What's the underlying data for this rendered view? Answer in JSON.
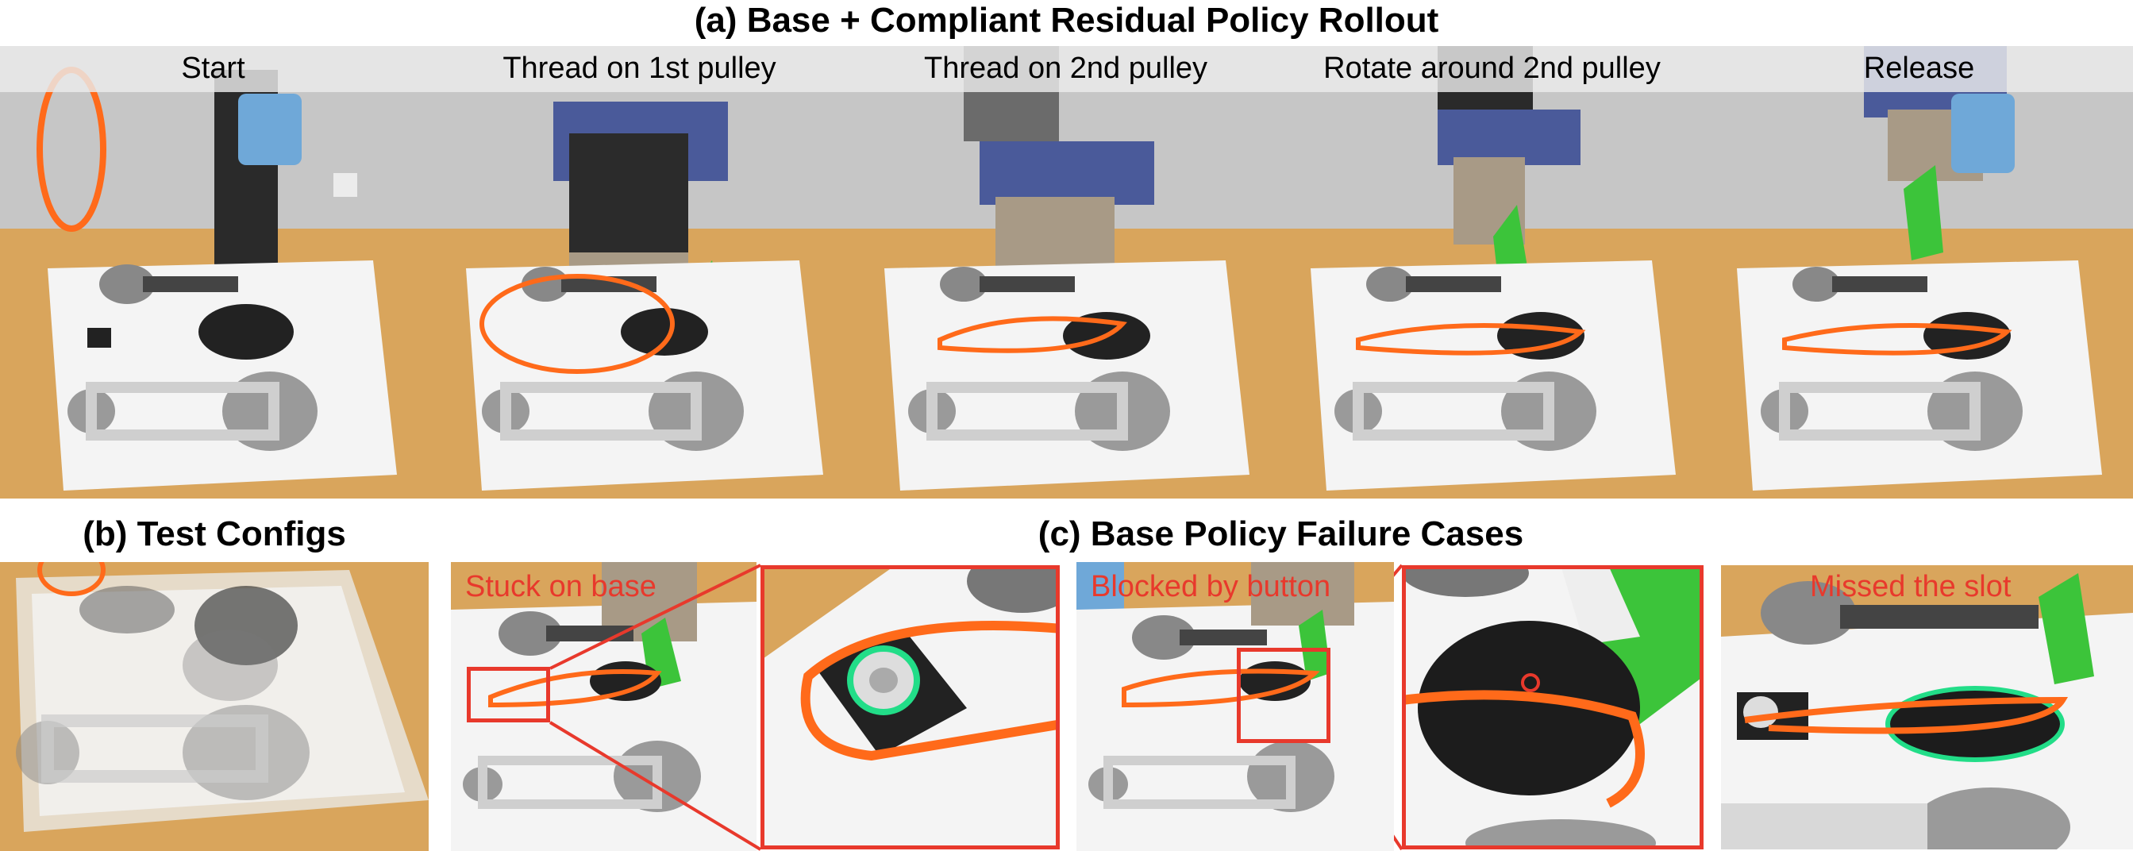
{
  "top_section": {
    "title": "(a) Base + Compliant Residual Policy Rollout",
    "frames": [
      {
        "caption": "Start"
      },
      {
        "caption": "Thread on 1st pulley"
      },
      {
        "caption": "Thread on 2nd pulley"
      },
      {
        "caption": "Rotate around 2nd pulley"
      },
      {
        "caption": "Release"
      }
    ]
  },
  "bottom_left": {
    "title": "(b) Test Configs"
  },
  "bottom_right": {
    "title": "(c) Base Policy Failure Cases",
    "cases": [
      {
        "label": "Stuck on base"
      },
      {
        "label": "Blocked by button"
      },
      {
        "label": "Missed the slot"
      }
    ]
  },
  "colors": {
    "highlight_red": "#e8392c",
    "belt_orange": "#ff6a1a",
    "gripper_green": "#3cc43a",
    "highlight_green": "#22dd88",
    "table_wood": "#d9a55c",
    "board_white": "#f4f4f4",
    "wall_gray": "#c8c8c8"
  }
}
